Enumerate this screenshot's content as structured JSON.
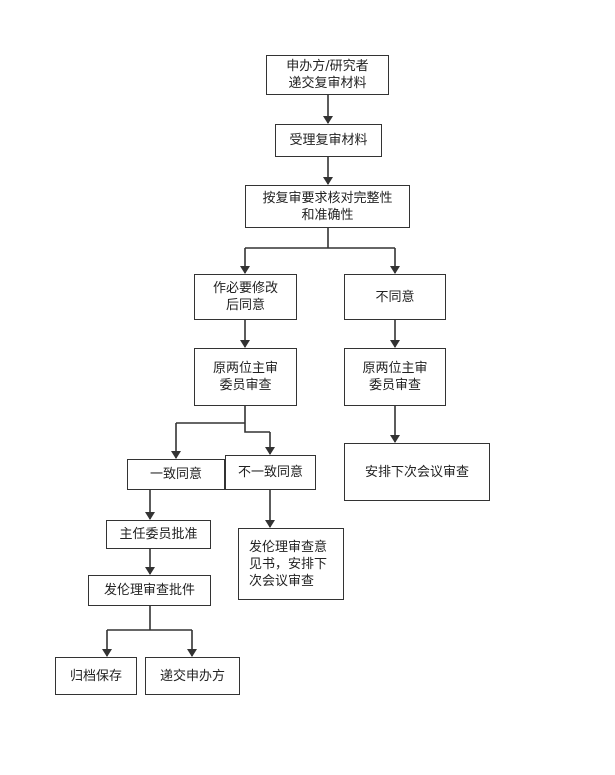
{
  "diagram": {
    "nodes": {
      "submit": "申办方/研究者\n递交复审材料",
      "accept": "受理复审材料",
      "check": "按复审要求核对完整性\n和准确性",
      "agree_after_mod": "作必要修改\n后同意",
      "disagree": "不同意",
      "review_left": "原两位主审\n委员审查",
      "review_right": "原两位主审\n委员审查",
      "schedule_meeting": "安排下次会议审查",
      "consensus": "一致同意",
      "no_consensus": "不一致同意",
      "chair_approve": "主任委员批准",
      "opinion_letter": "发伦理审查意\n见书，安排下\n次会议审查",
      "issue_approval": "发伦理审查批件",
      "archive": "归档保存",
      "deliver_sponsor": "递交申办方"
    },
    "colors": {
      "stroke": "#333333",
      "text": "#222222",
      "background": "#ffffff"
    }
  }
}
